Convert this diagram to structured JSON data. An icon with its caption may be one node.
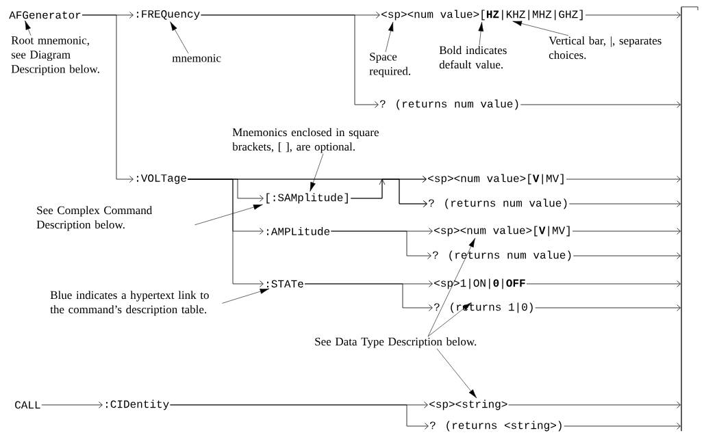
{
  "diagram": {
    "nodes": [
      {
        "text": [
          "AFGenerator"
        ]
      },
      {
        "text": [
          ":FREQuency"
        ]
      },
      {
        "text": [
          "<sp><num value>[**HZ**|KHZ|MHZ|GHZ]"
        ]
      },
      {
        "text": [
          "? (returns num value)"
        ]
      },
      {
        "text": [
          ":VOLTage"
        ]
      },
      {
        "text": [
          "[:SAMplitude]"
        ]
      },
      {
        "text": [
          "<sp><num value>[**V**|MV]"
        ]
      },
      {
        "text": [
          "? (returns num value)"
        ]
      },
      {
        "text": [
          ":AMPLitude"
        ]
      },
      {
        "text": [
          "<sp><num value>[**V**|MV]"
        ]
      },
      {
        "text": [
          "? (returns num value)"
        ]
      },
      {
        "text": [
          ":STATe"
        ]
      },
      {
        "text": [
          "<sp>1|ON|**0**|**OFF**"
        ]
      },
      {
        "text": [
          "? (returns 1|0)"
        ]
      },
      {
        "text": [
          "CALL"
        ]
      },
      {
        "text": [
          ":CIDentity"
        ]
      },
      {
        "text": [
          "<sp><string>"
        ]
      },
      {
        "text": [
          "? (returns <string>)"
        ]
      },
      {
        "text": [],
        "shape": "bar"
      },
      {
        "text": [
          "Root mnemonic, see Diagram Description below."
        ]
      },
      {
        "text": [
          "mnemonic"
        ]
      },
      {
        "text": [
          "Space required."
        ]
      },
      {
        "text": [
          "Bold indicates default value."
        ]
      },
      {
        "text": [
          "Vertical bar, |, separates choices."
        ]
      },
      {
        "text": [
          "Mnemonics enclosed in square brackets, [ ], are optional."
        ]
      },
      {
        "text": [
          "See Complex Command Description below."
        ]
      },
      {
        "text": [
          "Blue indicates a hypertext link to the command’s description table."
        ]
      },
      {
        "text": [
          "See Data Type Description below."
        ]
      }
    ],
    "edges": [
      {
        "from": 0,
        "to": 1,
        "arrow": "to"
      },
      {
        "from": 0,
        "to": 4,
        "arrow": "to"
      },
      {
        "from": 1,
        "to": 2,
        "arrow": "to"
      },
      {
        "from": 1,
        "to": 3,
        "arrow": "to"
      },
      {
        "from": 2,
        "to": 18,
        "arrow": "to"
      },
      {
        "from": 3,
        "to": 18,
        "arrow": "to"
      },
      {
        "from": 4,
        "to": 6,
        "arrow": "to"
      },
      {
        "from": 4,
        "to": 5,
        "arrow": "to"
      },
      {
        "from": 5,
        "to": 6,
        "arrow": "to"
      },
      {
        "from": 4,
        "to": 7,
        "arrow": "to"
      },
      {
        "from": 5,
        "to": 7,
        "arrow": "to"
      },
      {
        "from": 4,
        "to": 8,
        "arrow": "to"
      },
      {
        "from": 4,
        "to": 11,
        "arrow": "to"
      },
      {
        "from": 6,
        "to": 18,
        "arrow": "to"
      },
      {
        "from": 7,
        "to": 18,
        "arrow": "to"
      },
      {
        "from": 8,
        "to": 9,
        "arrow": "to"
      },
      {
        "from": 8,
        "to": 10,
        "arrow": "to"
      },
      {
        "from": 9,
        "to": 18,
        "arrow": "to"
      },
      {
        "from": 10,
        "to": 18,
        "arrow": "to"
      },
      {
        "from": 11,
        "to": 12,
        "arrow": "to"
      },
      {
        "from": 11,
        "to": 13,
        "arrow": "to"
      },
      {
        "from": 12,
        "to": 18,
        "arrow": "to"
      },
      {
        "from": 13,
        "to": 18,
        "arrow": "to"
      },
      {
        "from": 14,
        "to": 15,
        "arrow": "to"
      },
      {
        "from": 15,
        "to": 16,
        "arrow": "to"
      },
      {
        "from": 15,
        "to": 17,
        "arrow": "to"
      },
      {
        "from": 16,
        "to": 18,
        "arrow": "to"
      },
      {
        "from": 17,
        "to": 18,
        "arrow": "to"
      },
      {
        "from": 19,
        "to": 0,
        "arrow": "to"
      },
      {
        "from": 20,
        "to": 1,
        "arrow": "to"
      },
      {
        "from": 21,
        "to": 2,
        "arrow": "to"
      },
      {
        "from": 22,
        "to": 2,
        "arrow": "to"
      },
      {
        "from": 23,
        "to": 2,
        "arrow": "to"
      },
      {
        "from": 24,
        "to": 5,
        "arrow": "to"
      },
      {
        "from": 25,
        "to": 5,
        "arrow": "to"
      },
      {
        "from": 26,
        "to": 11,
        "arrow": "to"
      },
      {
        "from": 27,
        "to": 9,
        "arrow": "to"
      },
      {
        "from": 27,
        "to": 13,
        "arrow": "to"
      },
      {
        "from": 27,
        "to": 16,
        "arrow": "to"
      }
    ]
  }
}
